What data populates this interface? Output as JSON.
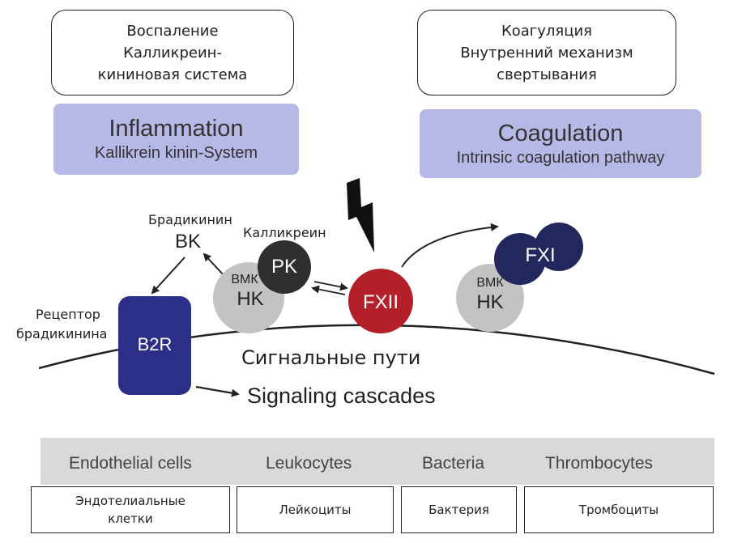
{
  "top_left_ru": {
    "line1": "Воспаление",
    "line2": "Калликреин-",
    "line3": "кининовая система"
  },
  "top_right_ru": {
    "line1": "Коагуляция",
    "line2": "Внутренний механизм",
    "line3": "свертывания"
  },
  "inflammation": {
    "title": "Inflammation",
    "subtitle": "Kallikrein kinin-System"
  },
  "coagulation": {
    "title": "Coagulation",
    "subtitle": "Intrinsic coagulation pathway"
  },
  "bradykinin_ru": "Брадикинин",
  "bk": "BK",
  "kallikrein_ru": "Калликреин",
  "pk": "PK",
  "vmk_left": "ВМК",
  "hk_left": "HK",
  "fxii": "FXII",
  "fxi": "FXI",
  "vmk_right": "ВМК",
  "hk_right": "HK",
  "receptor_ru": {
    "line1": "Рецептор",
    "line2": "брадикинина"
  },
  "b2r": "B2R",
  "signaling_ru": "Сигнальные пути",
  "signaling_en": "Signaling cascades",
  "cells_en": [
    "Endothelial cells",
    "Leukocytes",
    "Bacteria",
    "Thrombocytes"
  ],
  "cells_ru": [
    "Эндотелиальные клетки",
    "Лейкоциты",
    "Бактерия",
    "Тромбоциты"
  ],
  "colors": {
    "b2r": "#2b2f88",
    "fxii": "#b3202a",
    "fxi": "#22285e",
    "pk": "#2f2f2f",
    "hk": "#c3c3c3",
    "label_box": "#b6b9e6"
  }
}
